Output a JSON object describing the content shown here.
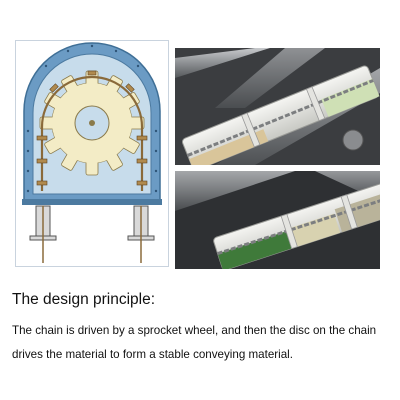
{
  "heading": "The design principle:",
  "description": {
    "line_1": "The chain is driven by a sprocket wheel, and then the disc on the chain",
    "line_2": "drives the material to form a stable conveying material."
  },
  "colors": {
    "casing_fill": "#6b9bc4",
    "casing_inner": "#c7dceb",
    "sprocket": "#f3ecc6",
    "chain": "#8a6a3a",
    "pipe_gray": "#9a9c9f",
    "tube_white": "#e9eae6"
  }
}
